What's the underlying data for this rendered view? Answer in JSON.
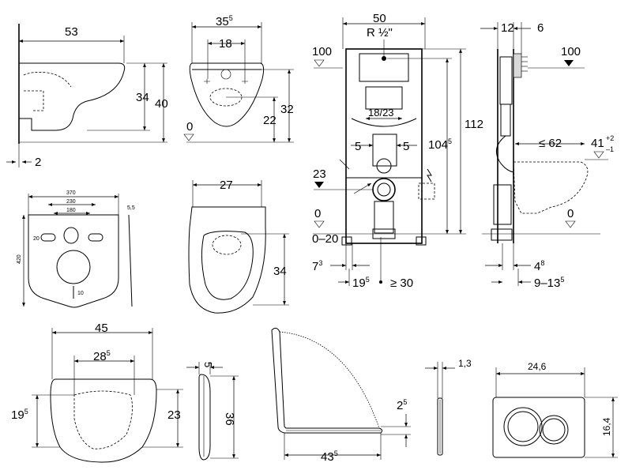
{
  "bowl_side": {
    "w53": "53",
    "h34": "34",
    "h40": "40",
    "gap2": "2"
  },
  "bowl_front": {
    "w35": "35",
    "w35sup": "5",
    "w18": "18",
    "h32": "32",
    "h22": "22",
    "zero": "0"
  },
  "frame_front": {
    "w50": "50",
    "thread": "R ½\"",
    "lvl100": "100",
    "d1823": "18/23",
    "d5a": "5",
    "d5b": "5",
    "h112": "112",
    "h104": "104",
    "h104sup": "5",
    "lvl23": "23",
    "lvl0": "0",
    "range020": "0–20",
    "d7": "7",
    "d7sup": "3",
    "d19": "19",
    "d19sup": "5",
    "ge30": "≥ 30"
  },
  "frame_side": {
    "d12": "12",
    "d6": "6",
    "lvl100": "100",
    "le62": "≤ 62",
    "d41": "41",
    "tolplus": "+2",
    "tolminus": "–1",
    "lvl0": "0",
    "d4": "4",
    "d4sup": "8",
    "range913": "9–13",
    "range913sup": "5"
  },
  "mat": {
    "w370": "370",
    "w230": "230",
    "w180": "180",
    "h420": "420",
    "t55": "5,5",
    "d20": "20",
    "d10": "10"
  },
  "seat_top": {
    "w27": "27",
    "h34": "34"
  },
  "seat_large": {
    "w45": "45",
    "w28": "28",
    "w28sup": "5",
    "h19": "19",
    "h19sup": "5",
    "h23": "23"
  },
  "seat_edge": {
    "w5": "5",
    "h36": "36"
  },
  "lid_open": {
    "w43": "43",
    "w43sup": "5",
    "h2": "2",
    "h2sup": "5"
  },
  "plate_edge": {
    "w13": "1,3"
  },
  "plate_front": {
    "w246": "24,6",
    "h164": "16,4"
  }
}
